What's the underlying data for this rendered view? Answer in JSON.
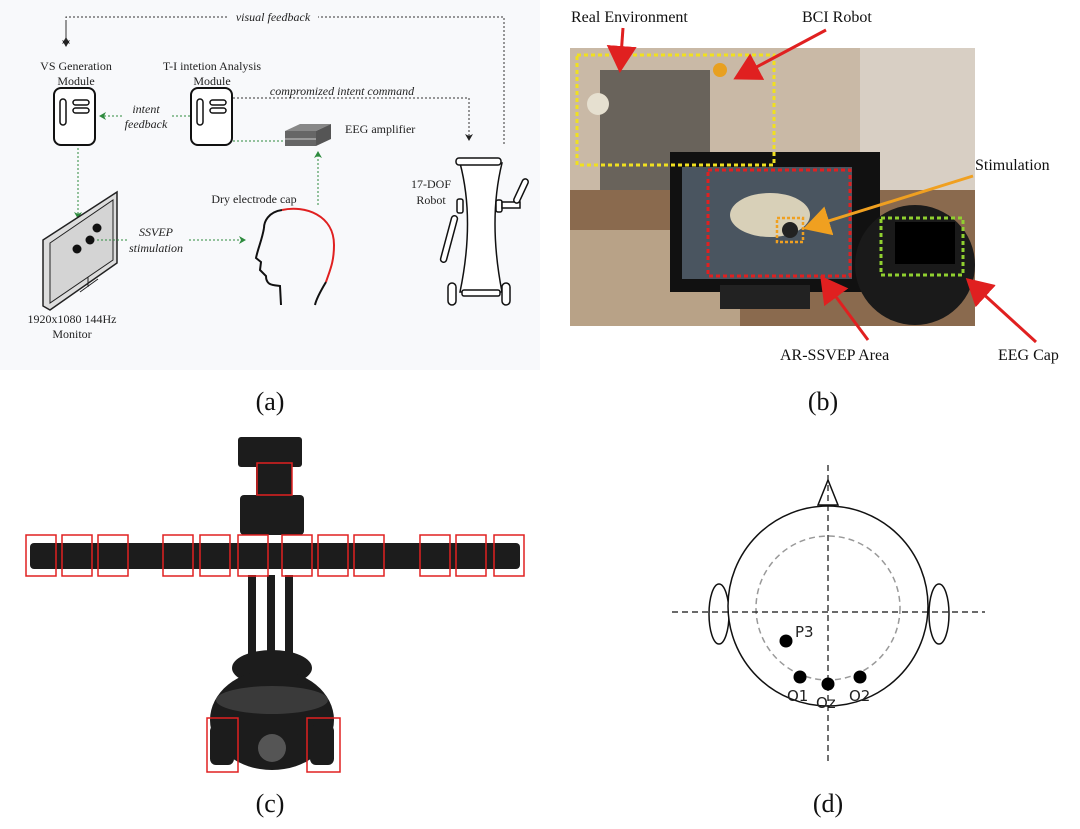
{
  "panel_a": {
    "visual_feedback": "visual feedback",
    "vs_module": [
      "VS Generation",
      "Module"
    ],
    "ti_module": [
      "T-I intetion Analysis",
      "Module"
    ],
    "compromized_cmd": "compromized intent command",
    "intent_feedback": [
      "intent",
      "feedback"
    ],
    "eeg_amplifier": "EEG amplifier",
    "dry_cap": "Dry electrode cap",
    "ssvep": [
      "SSVEP",
      "stimulation"
    ],
    "monitor": [
      "1920x1080 144Hz",
      "Monitor"
    ],
    "robot": [
      "17-DOF",
      "Robot"
    ],
    "caption": "(a)"
  },
  "panel_b": {
    "real_env": "Real Environment",
    "bci_robot": "BCI Robot",
    "stimulation": "Stimulation",
    "ar_ssvep": "AR-SSVEP Area",
    "eeg_cap": "EEG Cap",
    "caption": "(b)"
  },
  "panel_c": {
    "caption": "(c)"
  },
  "panel_d": {
    "electrodes": [
      "P3",
      "O1",
      "Oz",
      "O2"
    ],
    "caption": "(d)"
  },
  "colors": {
    "green": "#2e8b3e",
    "red": "#e02020",
    "yellow": "#f0e020",
    "orange": "#f0a020"
  }
}
